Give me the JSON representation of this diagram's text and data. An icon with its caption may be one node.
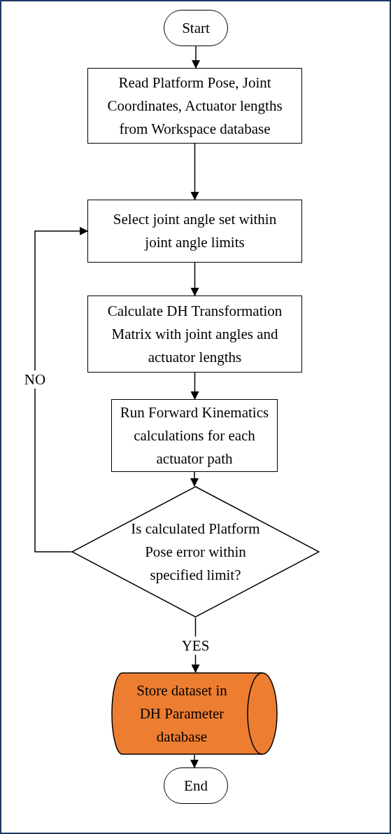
{
  "diagram": {
    "nodes": [
      {
        "text": [
          "Start"
        ]
      },
      {
        "text": [
          "Read Platform Pose, Joint Coordinates, Actuator lengths from Workspace database"
        ]
      },
      {
        "text": [
          "Select joint angle set within joint angle limits"
        ]
      },
      {
        "text": [
          "Calculate DH Transformation Matrix with joint angles and actuator lengths"
        ]
      },
      {
        "text": [
          "Run Forward Kinematics calculations for each actuator path"
        ]
      },
      {
        "text": [
          "Is calculated Platform Pose error within specified limit?"
        ]
      },
      {
        "text": [
          "Store dataset in DH Parameter database"
        ]
      },
      {
        "text": [
          "End"
        ]
      }
    ],
    "edges": [
      {
        "from": 0,
        "to": 1,
        "arrow": "to"
      },
      {
        "from": 1,
        "to": 2,
        "arrow": "to"
      },
      {
        "from": 2,
        "to": 3,
        "arrow": "to"
      },
      {
        "from": 3,
        "to": 4,
        "arrow": "to"
      },
      {
        "from": 4,
        "to": 5,
        "arrow": "to"
      },
      {
        "from": 5,
        "to": 2,
        "arrow": "to",
        "label": "NO"
      },
      {
        "from": 5,
        "to": 6,
        "arrow": "to",
        "label": "YES"
      },
      {
        "from": 6,
        "to": 7,
        "arrow": "to"
      }
    ]
  }
}
